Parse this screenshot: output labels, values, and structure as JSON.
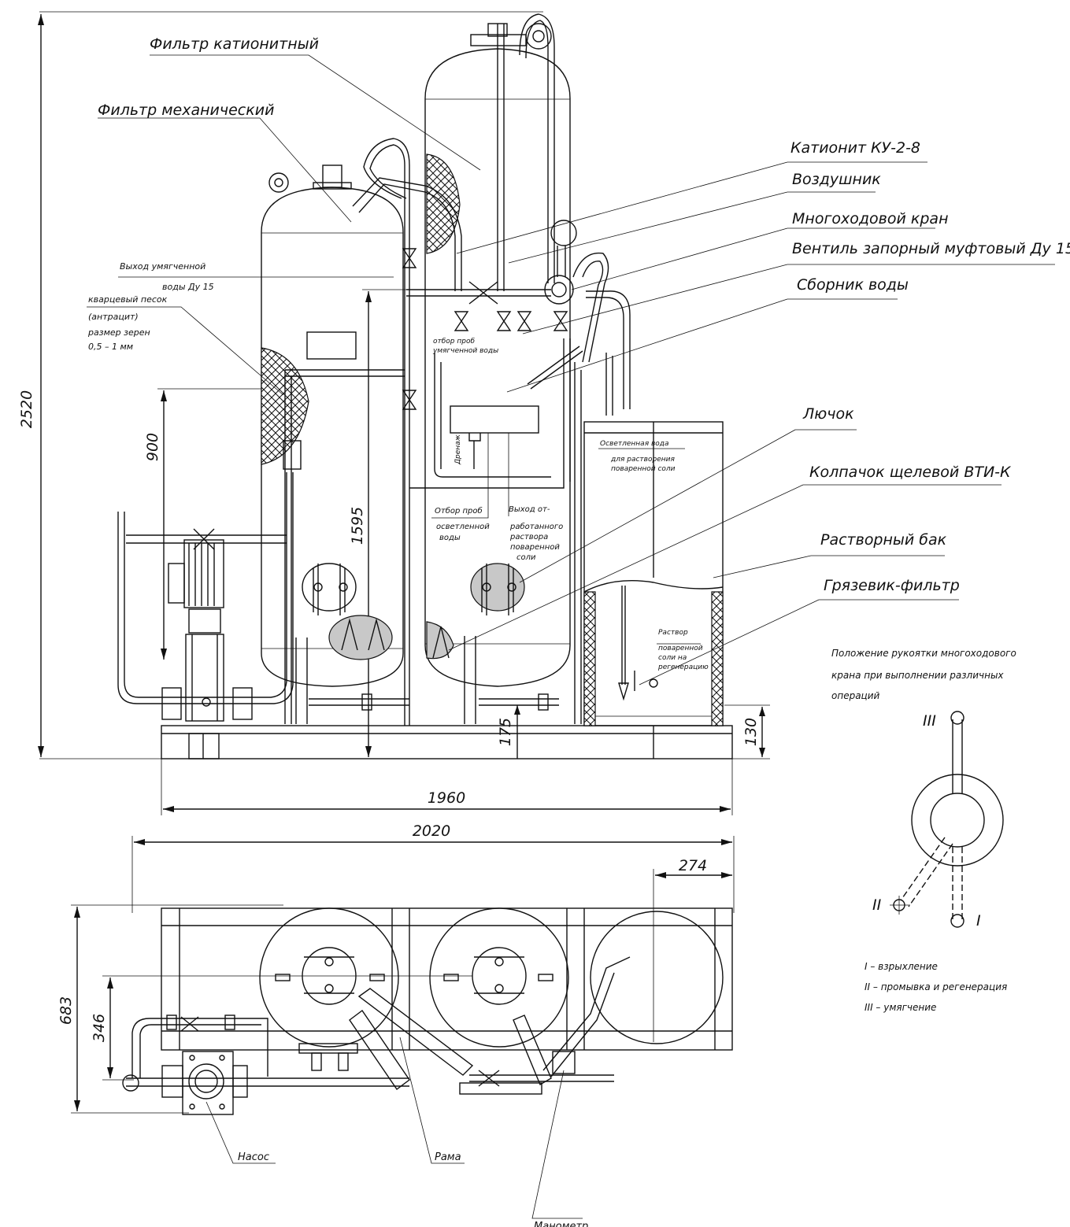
{
  "labels": {
    "filter_cation": "Фильтр катионитный",
    "filter_mech": "Фильтр механический",
    "cationite": "Катионит КУ-2-8",
    "air_vent": "Воздушник",
    "multiway_valve": "Многоходовой кран",
    "shutoff_valve": "Вентиль запорный муфтовый Ду 15",
    "water_collector": "Сборник воды",
    "hatch": "Лючок",
    "cap": "Колпачок щелевой ВТИ-К",
    "solution_tank": "Растворный бак",
    "mud_filter": "Грязевик-фильтр",
    "pump": "Насос",
    "frame": "Рама",
    "manometer": "Манометр"
  },
  "small_notes": {
    "outlet_soft_1": "Выход умягченной",
    "outlet_soft_2": "воды Ду 15",
    "sand_1": "кварцевый песок",
    "sand_2": "(антрацит)",
    "sand_3": "размер зерен",
    "sand_4": "0,5 – 1 мм",
    "sample_soft_1": "отбор проб",
    "sample_soft_2": "умягченной воды",
    "drain": "Дренаж",
    "sample_clar_1": "Отбор проб",
    "sample_clar_2": "осветленной",
    "sample_clar_3": "воды",
    "spent_1": "Выход от-",
    "spent_2": "работанного",
    "spent_3": "раствора",
    "spent_4": "поваренной",
    "spent_5": "соли",
    "clar_water_1": "Осветленная вода",
    "clar_water_2": "для растворения",
    "clar_water_3": "поваренной соли",
    "brine_1": "Раствор",
    "brine_2": "поваренной",
    "brine_3": "соли на",
    "brine_4": "регенерацию"
  },
  "dimensions": {
    "height_total": "2520",
    "d900": "900",
    "d1595": "1595",
    "d175": "175",
    "d130": "130",
    "d1960": "1960",
    "d2020": "2020",
    "d274": "274",
    "d683": "683",
    "d346": "346"
  },
  "legend": {
    "title_1": "Положение рукоятки многоходового",
    "title_2": "крана при выполнении различных",
    "title_3": "операций",
    "pos_I": "I",
    "pos_II": "II",
    "pos_III": "III",
    "item_1": "I – взрыхление",
    "item_2": "II – промывка и регенерация",
    "item_3": "III – умягчение"
  }
}
